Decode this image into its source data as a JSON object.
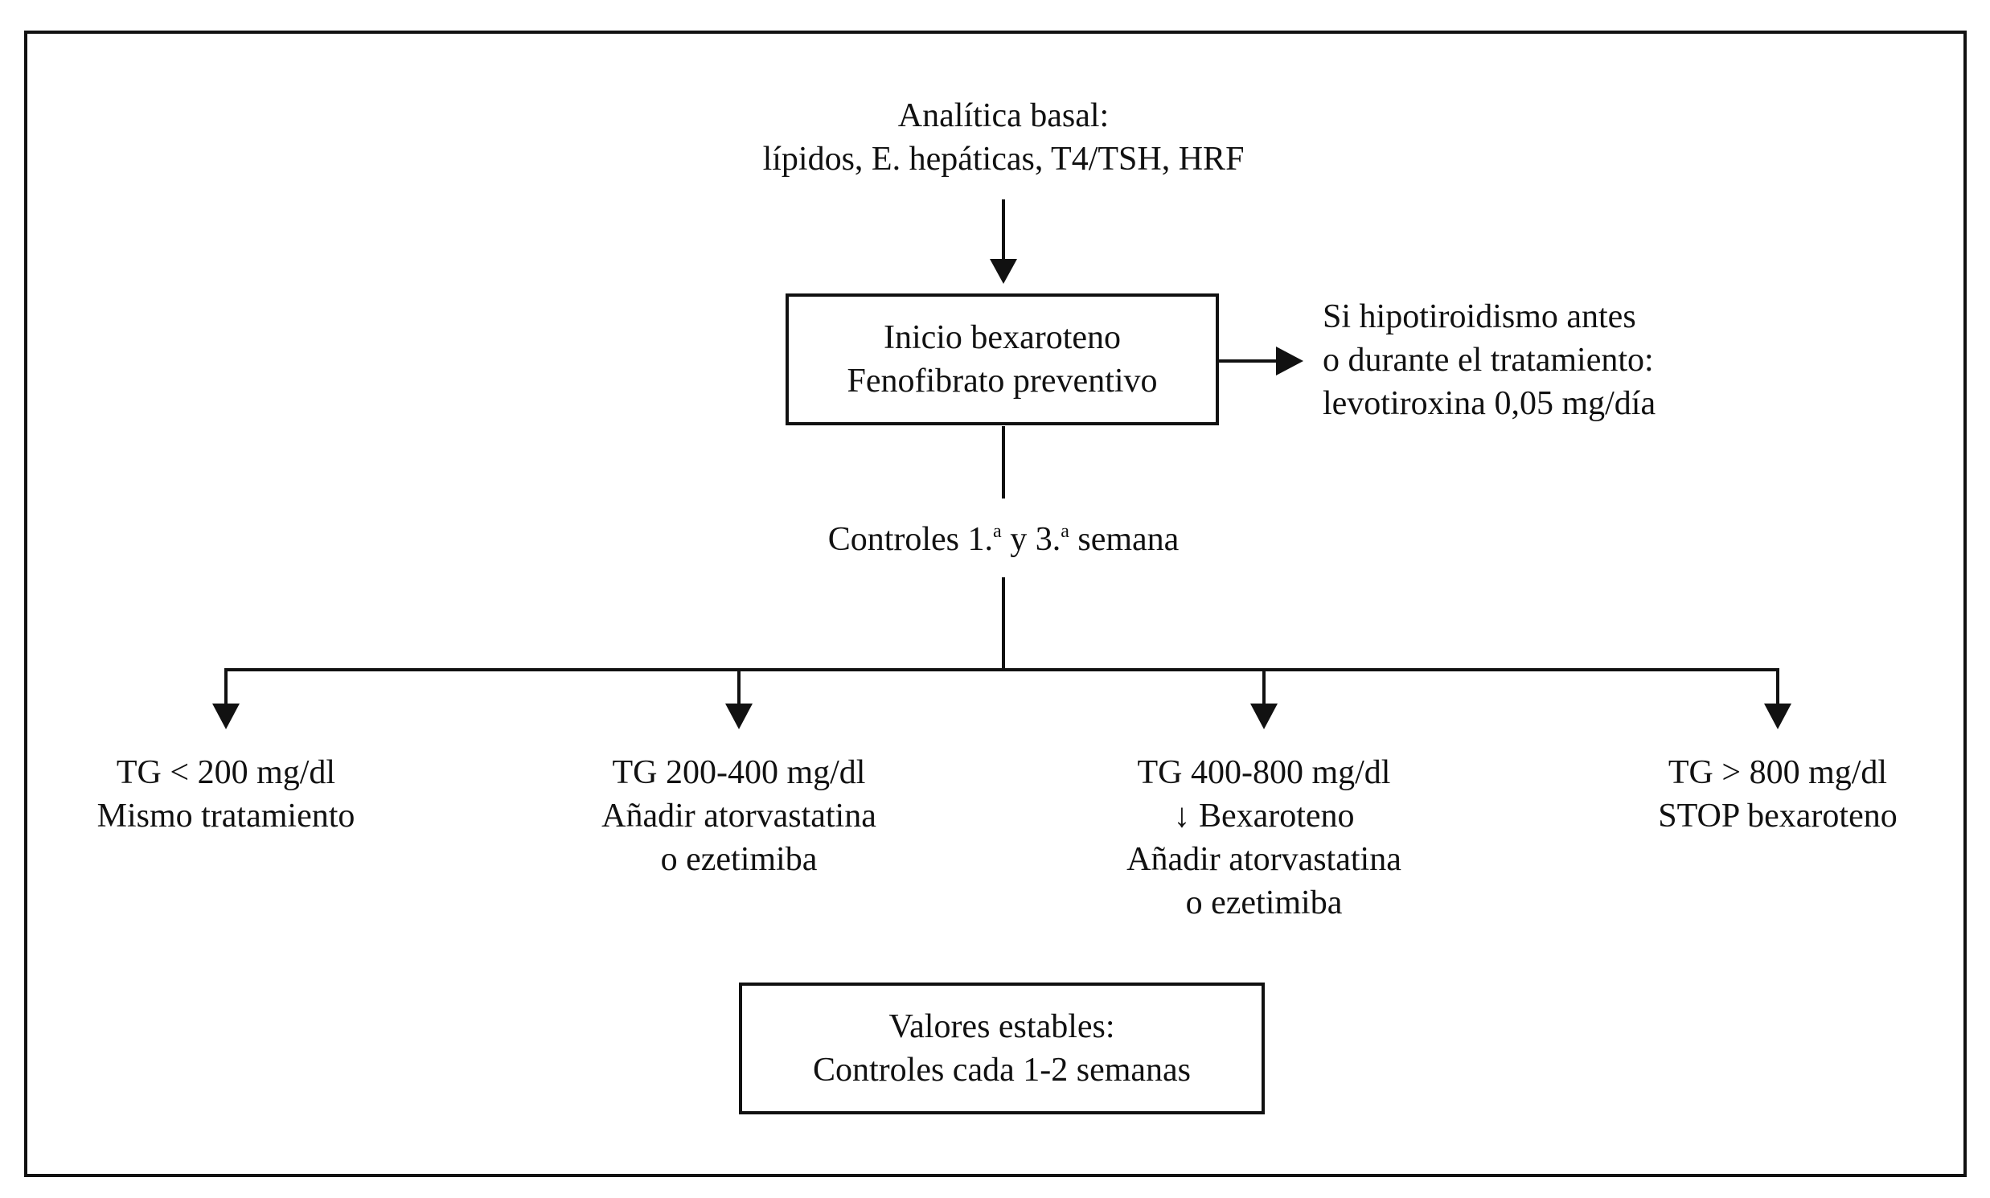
{
  "baseline": {
    "line1": "Analítica basal:",
    "line2": "lípidos, E. hepáticas, T4/TSH, HRF"
  },
  "start_box": {
    "line1": "Inicio bexaroteno",
    "line2": "Fenofibrato preventivo"
  },
  "side_note": {
    "line1": "Si hipotiroidismo antes",
    "line2": "o durante el tratamiento:",
    "line3": "levotiroxina 0,05 mg/día"
  },
  "controls": {
    "before": "Controles 1.",
    "sup1": "a",
    "middle": " y 3.",
    "sup2": "a",
    "after": " semana"
  },
  "branches": [
    {
      "lines": [
        "TG < 200 mg/dl",
        "Mismo tratamiento"
      ]
    },
    {
      "lines": [
        "TG 200-400 mg/dl",
        "Añadir atorvastatina",
        "o ezetimiba"
      ]
    },
    {
      "lines": [
        "TG 400-800 mg/dl",
        "↓ Bexaroteno",
        "Añadir atorvastatina",
        "o ezetimiba"
      ]
    },
    {
      "lines": [
        "TG > 800 mg/dl",
        "STOP bexaroteno"
      ]
    }
  ],
  "stable_box": {
    "line1": "Valores estables:",
    "line2": "Controles cada 1-2 semanas"
  }
}
